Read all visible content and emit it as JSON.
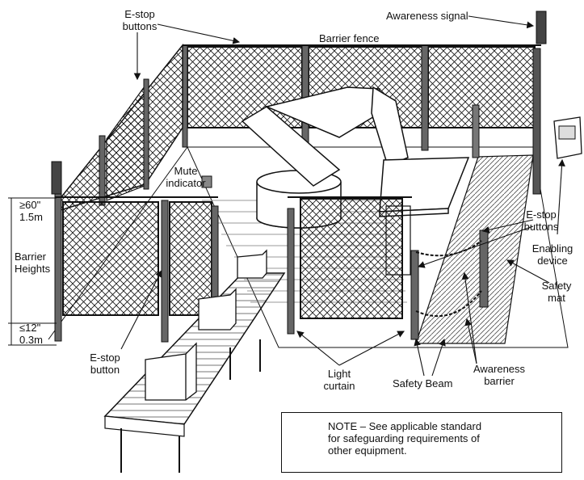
{
  "labels": {
    "estop_top_1": "E-stop",
    "estop_top_2": "buttons",
    "barrier_fence": "Barrier fence",
    "awareness_signal": "Awareness signal",
    "mute_1": "Mute",
    "mute_2": "indicator",
    "height_high_1": "≥60\"",
    "height_high_2": "1.5m",
    "barrier_heights_1": "Barrier",
    "barrier_heights_2": "Heights",
    "height_low_1": "≤12\"",
    "height_low_2": "0.3m",
    "estop_button_1": "E-stop",
    "estop_button_2": "button",
    "estop_right_1": "E-stop",
    "estop_right_2": "buttons",
    "enabling_1": "Enabling",
    "enabling_2": "device",
    "safety_mat_1": "Safety",
    "safety_mat_2": "mat",
    "light_curtain_1": "Light",
    "light_curtain_2": "curtain",
    "safety_beam": "Safety Beam",
    "awareness_barrier_1": "Awareness",
    "awareness_barrier_2": "barrier"
  },
  "note": {
    "line1": "NOTE – See applicable standard",
    "line2": "for safeguarding requirements of",
    "line3": "other equipment."
  }
}
